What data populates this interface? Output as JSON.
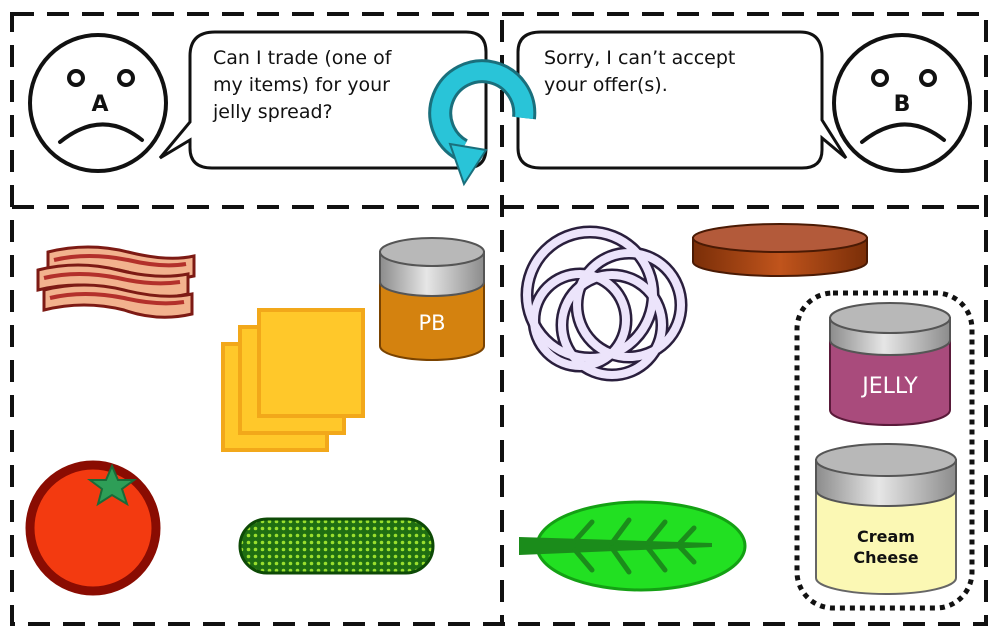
{
  "agent_a": {
    "label": "A",
    "message_lines": [
      "Can I trade (one of",
      "my items) for your",
      "jelly spread?"
    ]
  },
  "agent_b": {
    "label": "B",
    "message_lines": [
      "Sorry, I can’t accept",
      "your offer(s)."
    ]
  },
  "items_a": [
    {
      "name": "bacon"
    },
    {
      "name": "cheese slices"
    },
    {
      "name": "peanut butter jar",
      "label": "PB"
    },
    {
      "name": "tomato"
    },
    {
      "name": "pickle"
    }
  ],
  "items_b": [
    {
      "name": "onion rings"
    },
    {
      "name": "meat patty"
    },
    {
      "name": "lettuce leaf"
    },
    {
      "name": "jelly jar",
      "label": "JELLY"
    },
    {
      "name": "cream cheese jar",
      "label_lines": [
        "Cream",
        "Cheese"
      ]
    }
  ],
  "colors": {
    "exchange_arrow": "#29c4d8",
    "pb_jar": "#d4820f",
    "jelly_jar": "#a94b7c",
    "cream_cheese_jar": "#fbf8b4",
    "tomato": "#f33a10",
    "lettuce": "#22e022",
    "cheese": "#ffc82a"
  }
}
